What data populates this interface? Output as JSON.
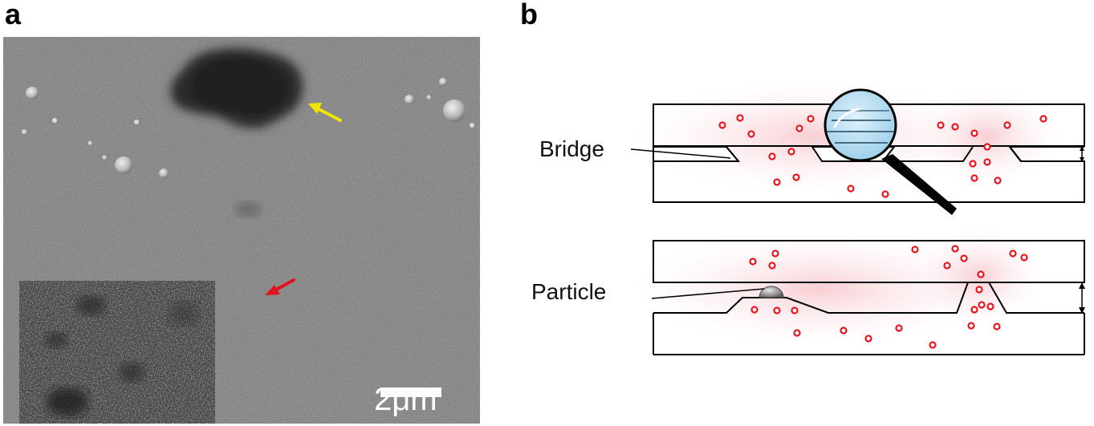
{
  "panels": {
    "a": {
      "label": "a",
      "scale_bar_text": "2μm",
      "arrows": [
        {
          "color": "#f2e600",
          "name": "yellow-arrow"
        },
        {
          "color": "#e0141e",
          "name": "red-arrow"
        }
      ]
    },
    "b": {
      "label": "b",
      "bridge_label": "Bridge",
      "particle_label": "Particle",
      "particle_color": "#e8141e"
    }
  }
}
